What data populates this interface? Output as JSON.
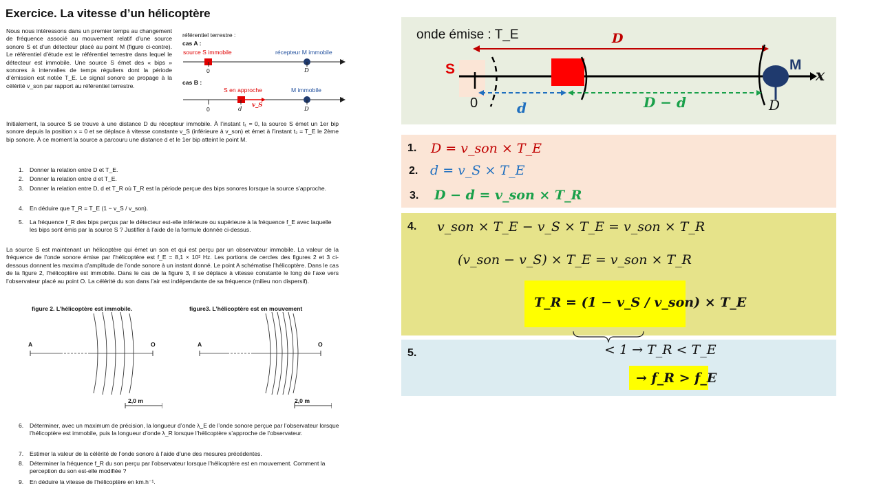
{
  "left": {
    "title": "Exercice. La vitesse d’un hélicoptère",
    "intro": "Nous nous intéressons dans un premier temps au changement de fréquence associé au mouvement relatif d’une source sonore S et d’un détecteur placé au point M (figure ci-contre). Le référentiel d’étude est le référentiel terrestre dans lequel le détecteur est immobile. Une source S émet des « bips » sonores à intervalles de temps réguliers dont la période d’émission est notée T_E. Le signal sonore se propage à la célérité v_son par rapport au référentiel terrestre.",
    "ref_title": "référentiel terrestre :",
    "caseA": {
      "label": "cas A :",
      "source": "source S immobile",
      "receiver": "récepteur M immobile",
      "tick0": "0",
      "tickD": "D",
      "axis": "x"
    },
    "caseB": {
      "label": "cas B :",
      "source": "S en approche",
      "receiver": "M immobile",
      "tick0": "0",
      "tickd": "d",
      "tickD": "D",
      "speed": "v_S",
      "axis": "x"
    },
    "para2": "Initialement, la source S se trouve à une distance D du récepteur immobile. À l’instant t₁ = 0, la source S émet un 1er bip sonore depuis la position x = 0 et se déplace à vitesse constante v_S (inférieure à v_son) et émet à l’instant t₂ = T_E le 2ème bip sonore. À ce moment la source a parcouru une distance d et le 1er bip atteint le point M.",
    "questions1": [
      {
        "n": "1.",
        "t": "Donner la relation entre D et T_E."
      },
      {
        "n": "2.",
        "t": "Donner la relation entre d et T_E."
      },
      {
        "n": "3.",
        "t": "Donner la relation entre D, d et T_R où T_R est la période perçue des bips sonores lorsque la source s’approche."
      },
      {
        "n": "4.",
        "t": "En déduire que T_R = T_E (1 − v_S / v_son)."
      },
      {
        "n": "5.",
        "t": "La fréquence f_R des bips perçus par le détecteur est-elle inférieure ou supérieure à la fréquence f_E avec laquelle les bips sont émis par la source S ? Justifier à l’aide de la formule donnée ci-dessus."
      }
    ],
    "para3": "La source S est maintenant un hélicoptère qui émet un son et qui est perçu par un observateur immobile. La valeur de la fréquence de l’onde sonore émise par l’hélicoptère est f_E = 8,1 × 10² Hz. Les portions de cercles des figures 2 et 3 ci-dessous donnent les maxima d’amplitude de l’onde sonore à un instant donné. Le point A schématise l’hélicoptère. Dans le cas de la figure 2, l’hélicoptère est immobile. Dans le cas de la figure 3, il se déplace à vitesse constante le long de l’axe vers l’observateur placé au point O. La célérité du son dans l’air est indépendante de sa fréquence (milieu non dispersif).",
    "fig2": {
      "caption": "figure 2. L’hélicoptère est immobile.",
      "A": "A",
      "O": "O",
      "scale": "2,0 m"
    },
    "fig3": {
      "caption": "figure3. L’hélicoptère est en mouvement",
      "A": "A",
      "O": "O",
      "scale": "2,0 m"
    },
    "questions2": [
      {
        "n": "6.",
        "t": "Déterminer, avec un maximum de précision, la longueur d’onde λ_E de l’onde sonore perçue par l’observateur lorsque l’hélicoptère est immobile, puis la longueur d’onde λ_R lorsque l’hélicoptère s’approche de l’observateur."
      },
      {
        "n": "7.",
        "t": "Estimer la valeur de la célérité de l’onde sonore à l’aide d’une des mesures précédentes."
      },
      {
        "n": "8.",
        "t": "Déterminer la fréquence f_R du son perçu par l’observateur lorsque l’hélicoptère est en mouvement. Comment la perception du son est-elle modifiée ?"
      },
      {
        "n": "9.",
        "t": "En déduire la vitesse de l’hélicoptère en km.h⁻¹."
      }
    ]
  },
  "right": {
    "diagram": {
      "label_onde": "onde émise : T_E",
      "label_D": "D",
      "label_S": "S",
      "label_M": "M",
      "label_x": "x",
      "label_0": "0",
      "label_d": "d",
      "label_Dmd": "D − d",
      "label_Dend": "D"
    },
    "answers": {
      "n1": "1.",
      "a1": "D = v_son × T_E",
      "n2": "2.",
      "a2": "d = v_S × T_E",
      "n3": "3.",
      "a3": "D − d = v_son × T_R",
      "n4": "4.",
      "a4_line1": "v_son × T_E − v_S × T_E = v_son × T_R",
      "a4_line2": "(v_son − v_S) × T_E = v_son × T_R",
      "a4_boxed": "T_R = (1 − v_S / v_son) × T_E",
      "n5": "5.",
      "a5_line1": "< 1 → T_R < T_E",
      "a5_boxed": "→ f_R > f_E"
    },
    "colors": {
      "diagram_bg": "#e9eee0",
      "panel123_bg": "#fbe5d6",
      "panel4_bg": "#e6e38a",
      "panel5_bg": "#dcecf1",
      "highlight": "#ffff00",
      "red": "#c00000",
      "blue": "#1f6fbf",
      "green": "#19a04a"
    }
  }
}
